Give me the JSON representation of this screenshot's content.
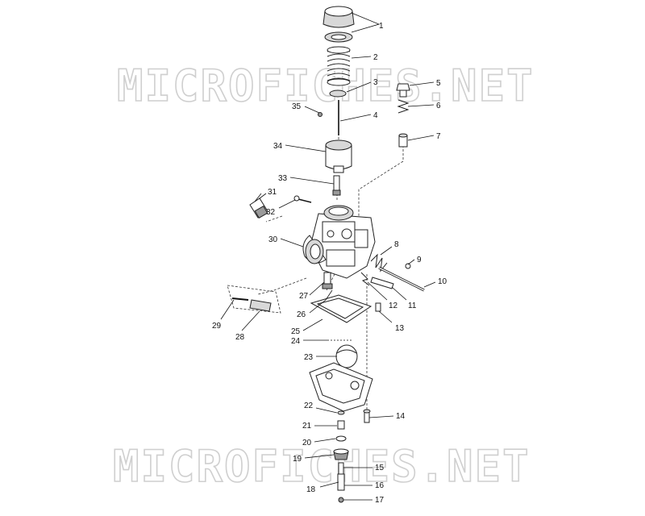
{
  "watermark": {
    "text_top": "MICROFICHES.NET",
    "text_bottom": "MICROFICHES.NET"
  },
  "callouts": [
    {
      "id": "1",
      "label": "1"
    },
    {
      "id": "2",
      "label": "2"
    },
    {
      "id": "3",
      "label": "3"
    },
    {
      "id": "4",
      "label": "4"
    },
    {
      "id": "5",
      "label": "5"
    },
    {
      "id": "6",
      "label": "6"
    },
    {
      "id": "7",
      "label": "7"
    },
    {
      "id": "8",
      "label": "8"
    },
    {
      "id": "9",
      "label": "9"
    },
    {
      "id": "10",
      "label": "10"
    },
    {
      "id": "11",
      "label": "11"
    },
    {
      "id": "12",
      "label": "12"
    },
    {
      "id": "13",
      "label": "13"
    },
    {
      "id": "14",
      "label": "14"
    },
    {
      "id": "15",
      "label": "15"
    },
    {
      "id": "16",
      "label": "16"
    },
    {
      "id": "17",
      "label": "17"
    },
    {
      "id": "18",
      "label": "18"
    },
    {
      "id": "19",
      "label": "19"
    },
    {
      "id": "20",
      "label": "20"
    },
    {
      "id": "21",
      "label": "21"
    },
    {
      "id": "22",
      "label": "22"
    },
    {
      "id": "23",
      "label": "23"
    },
    {
      "id": "24",
      "label": "24"
    },
    {
      "id": "25",
      "label": "25"
    },
    {
      "id": "26",
      "label": "26"
    },
    {
      "id": "27",
      "label": "27"
    },
    {
      "id": "28",
      "label": "28"
    },
    {
      "id": "29",
      "label": "29"
    },
    {
      "id": "30",
      "label": "30"
    },
    {
      "id": "31",
      "label": "31"
    },
    {
      "id": "32",
      "label": "32"
    },
    {
      "id": "33",
      "label": "33"
    },
    {
      "id": "34",
      "label": "34"
    },
    {
      "id": "35",
      "label": "35"
    }
  ]
}
